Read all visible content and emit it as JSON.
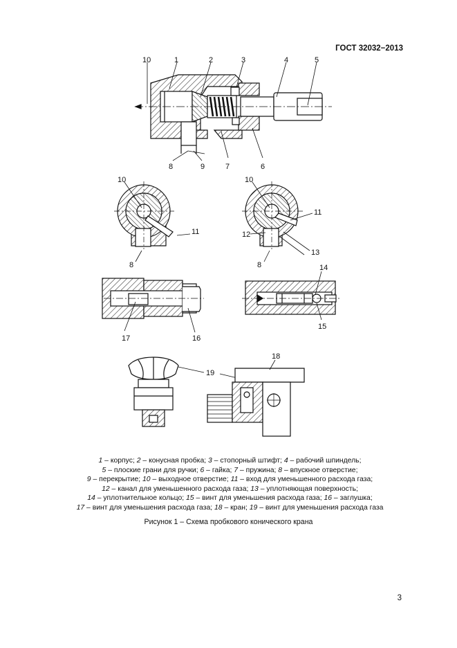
{
  "header": {
    "standard": "ГОСТ 32032−2013"
  },
  "figure": {
    "labels": {
      "l1": "1",
      "l2": "2",
      "l3": "3",
      "l4": "4",
      "l5": "5",
      "l6": "6",
      "l7": "7",
      "l8a": "8",
      "l8b": "8",
      "l8c": "8",
      "l9": "9",
      "l10a": "10",
      "l10b": "10",
      "l10c": "10",
      "l11a": "11",
      "l11b": "11",
      "l12": "12",
      "l13": "13",
      "l14": "14",
      "l15": "15",
      "l16": "16",
      "l17": "17",
      "l18": "18",
      "l19": "19"
    }
  },
  "legend": {
    "lines": [
      [
        {
          "n": "1",
          "t": " – корпус; "
        },
        {
          "n": "2",
          "t": " – конусная пробка; "
        },
        {
          "n": "3",
          "t": " – стопорный штифт; "
        },
        {
          "n": "4",
          "t": " – рабочий шпиндель;"
        }
      ],
      [
        {
          "n": "5",
          "t": " – плоские грани для ручки; "
        },
        {
          "n": "6",
          "t": " – гайка; "
        },
        {
          "n": "7",
          "t": " – пружина; "
        },
        {
          "n": "8",
          "t": " – впускное отверстие;"
        }
      ],
      [
        {
          "n": "9",
          "t": " – перекрытие; "
        },
        {
          "n": "10",
          "t": " – выходное отверстие; "
        },
        {
          "n": "11",
          "t": " – вход для уменьшенного расхода газа;"
        }
      ],
      [
        {
          "n": "12",
          "t": " – канал для уменьшенного расхода газа; "
        },
        {
          "n": "13",
          "t": " – уплотняющая поверхность;"
        }
      ],
      [
        {
          "n": "14",
          "t": " – уплотнительное кольцо; "
        },
        {
          "n": "15",
          "t": " – винт для уменьшения расхода газа; "
        },
        {
          "n": "16",
          "t": " – заглушка;"
        }
      ],
      [
        {
          "n": "17",
          "t": " – винт для уменьшения расхода газа; "
        },
        {
          "n": "18",
          "t": " – кран; "
        },
        {
          "n": "19",
          "t": " – винт для уменьшения расхода газа"
        }
      ]
    ]
  },
  "caption": "Рисунок 1 – Схема пробкового конического крана",
  "page_number": "3"
}
